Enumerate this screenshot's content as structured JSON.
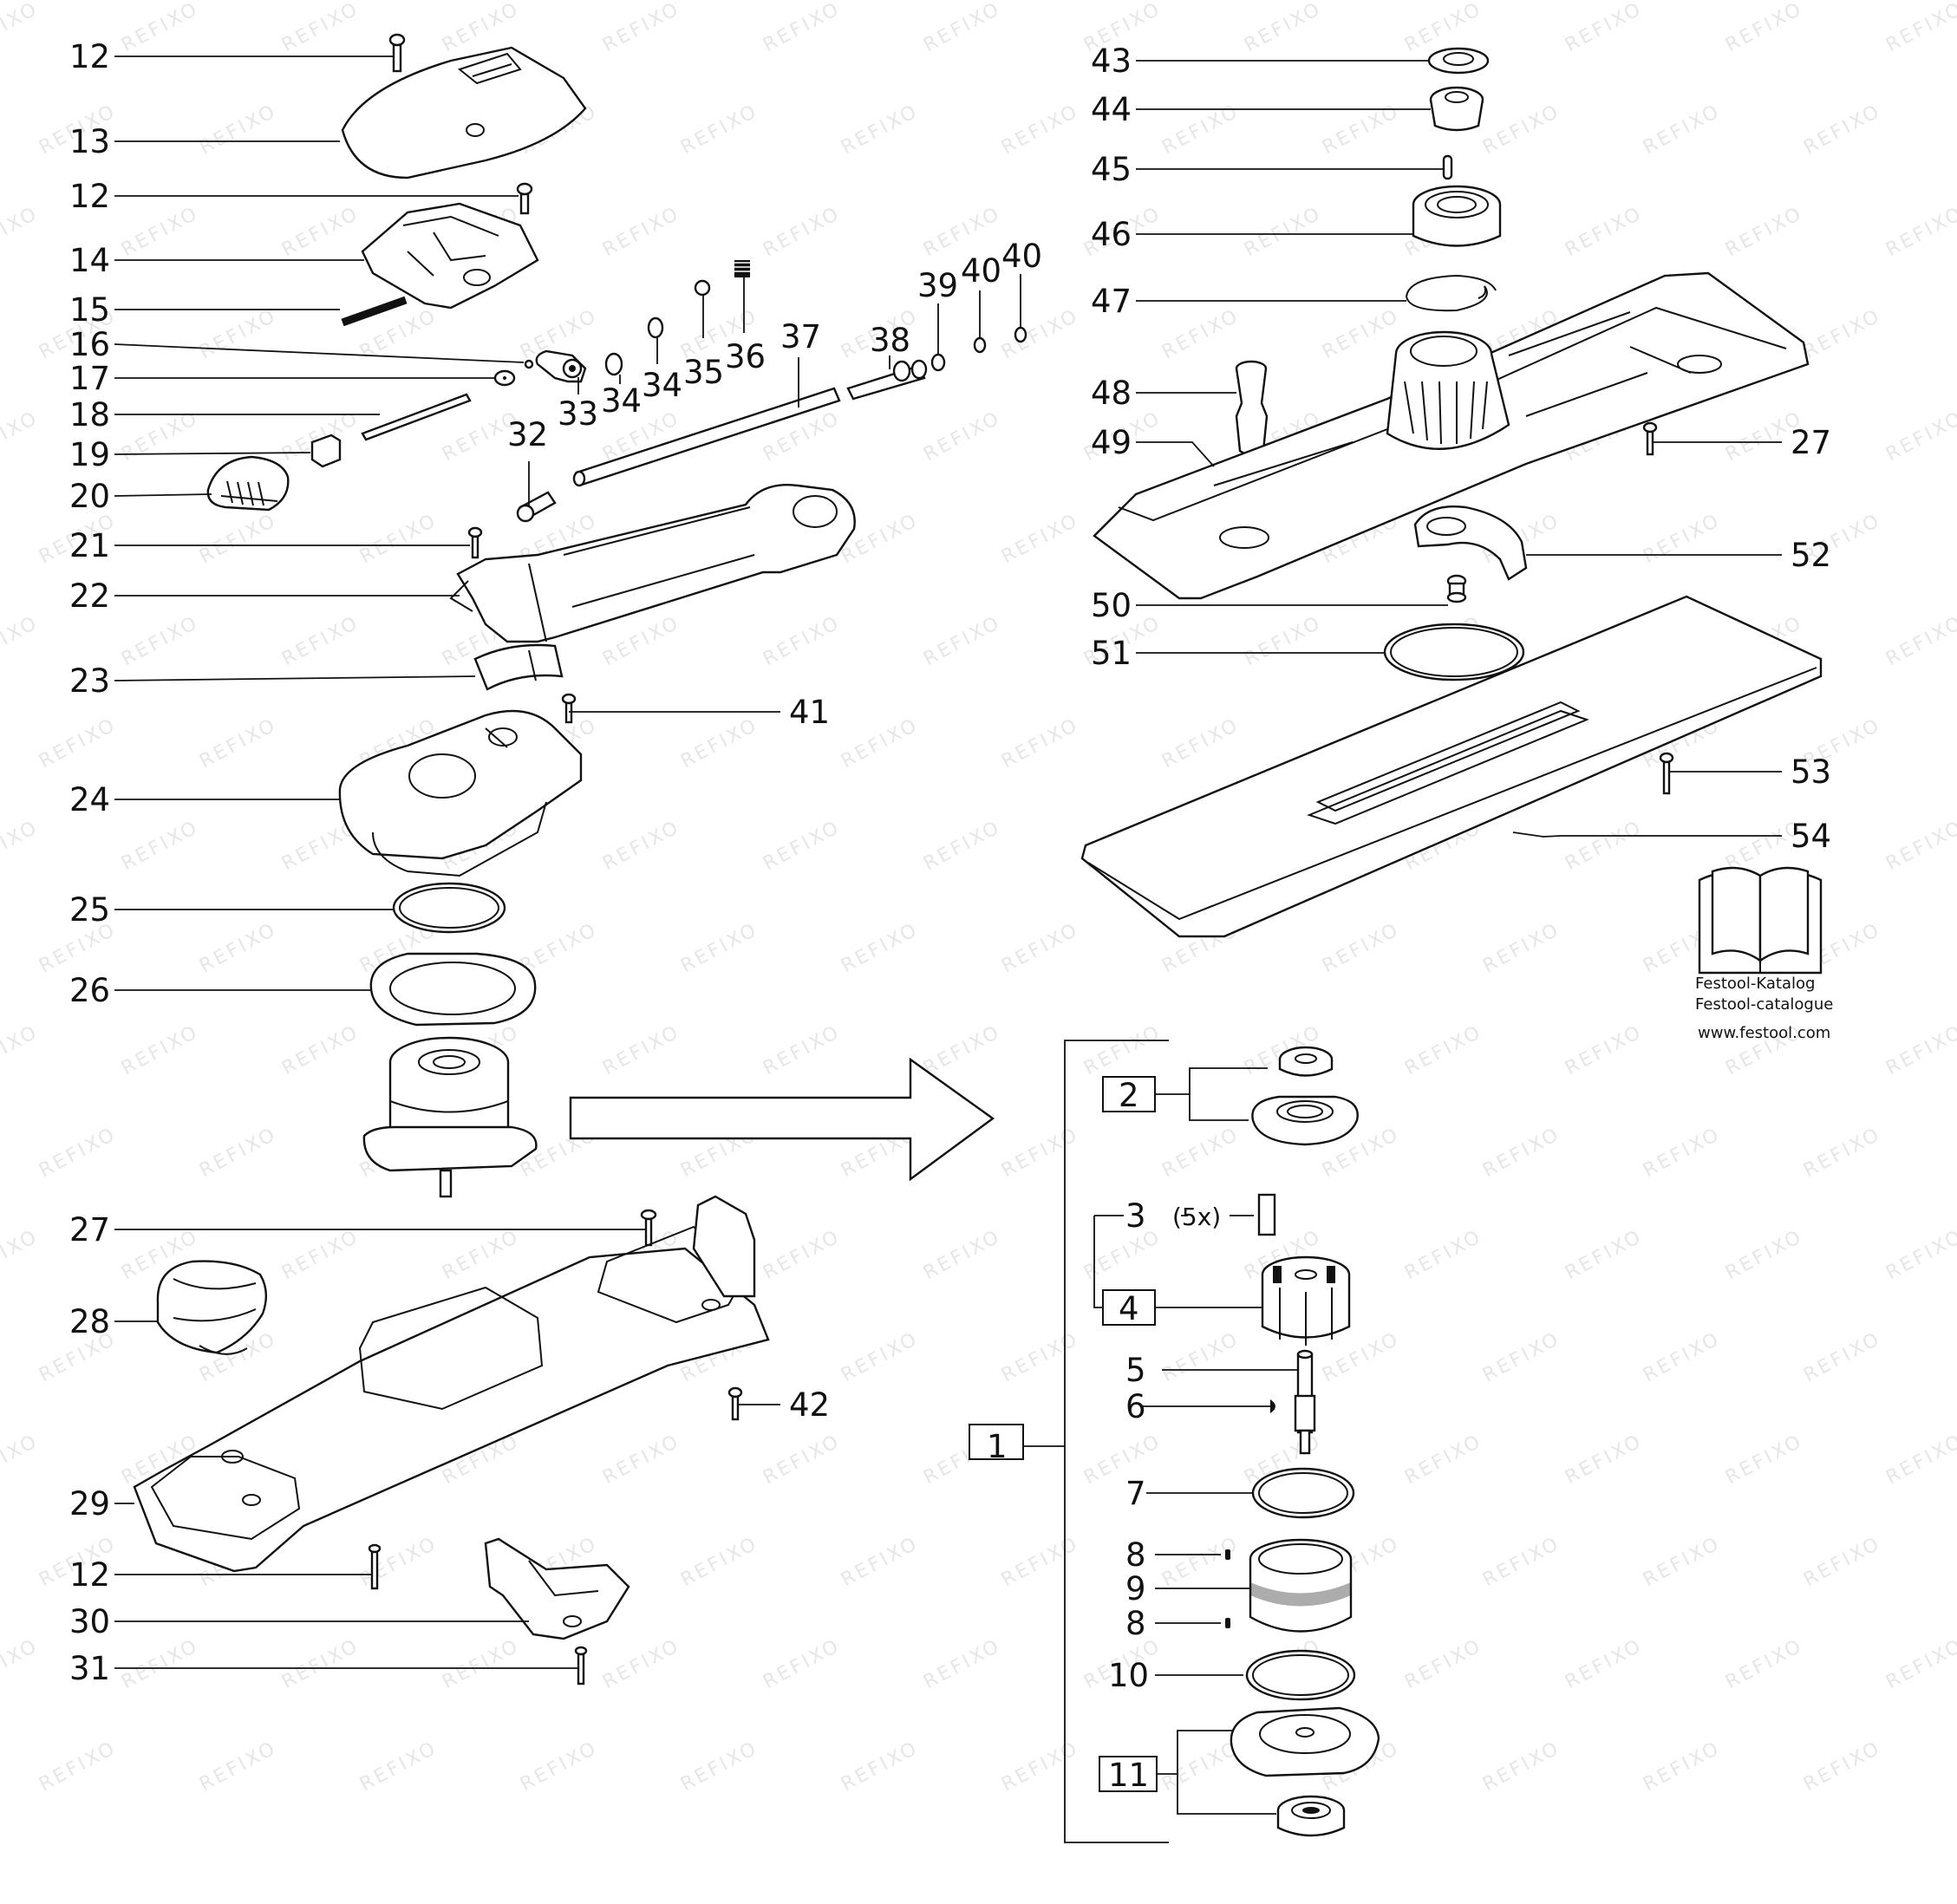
{
  "watermark": "REFIXO",
  "catalog": {
    "line1": "Festool-Katalog",
    "line2": "Festool-catalogue",
    "line3": "www.festool.com",
    "icon": "book-icon"
  },
  "left_labels": [
    {
      "id": "12a",
      "text": "12"
    },
    {
      "id": "13",
      "text": "13"
    },
    {
      "id": "12b",
      "text": "12"
    },
    {
      "id": "14",
      "text": "14"
    },
    {
      "id": "15",
      "text": "15"
    },
    {
      "id": "16",
      "text": "16"
    },
    {
      "id": "17",
      "text": "17"
    },
    {
      "id": "18",
      "text": "18"
    },
    {
      "id": "19",
      "text": "19"
    },
    {
      "id": "20",
      "text": "20"
    },
    {
      "id": "21",
      "text": "21"
    },
    {
      "id": "22",
      "text": "22"
    },
    {
      "id": "23",
      "text": "23"
    },
    {
      "id": "24",
      "text": "24"
    },
    {
      "id": "25",
      "text": "25"
    },
    {
      "id": "26",
      "text": "26"
    },
    {
      "id": "27a",
      "text": "27"
    },
    {
      "id": "28",
      "text": "28"
    },
    {
      "id": "29",
      "text": "29"
    },
    {
      "id": "12c",
      "text": "12"
    },
    {
      "id": "30",
      "text": "30"
    },
    {
      "id": "31",
      "text": "31"
    }
  ],
  "mid_labels": [
    {
      "id": "32",
      "text": "32"
    },
    {
      "id": "33",
      "text": "33"
    },
    {
      "id": "34a",
      "text": "34"
    },
    {
      "id": "34b",
      "text": "34"
    },
    {
      "id": "35",
      "text": "35"
    },
    {
      "id": "36",
      "text": "36"
    },
    {
      "id": "37",
      "text": "37"
    },
    {
      "id": "38",
      "text": "38"
    },
    {
      "id": "39",
      "text": "39"
    },
    {
      "id": "40a",
      "text": "40"
    },
    {
      "id": "40b",
      "text": "40"
    },
    {
      "id": "41",
      "text": "41"
    },
    {
      "id": "42",
      "text": "42"
    }
  ],
  "right_labels": [
    {
      "id": "43",
      "text": "43"
    },
    {
      "id": "44",
      "text": "44"
    },
    {
      "id": "45",
      "text": "45"
    },
    {
      "id": "46",
      "text": "46"
    },
    {
      "id": "47",
      "text": "47"
    },
    {
      "id": "48",
      "text": "48"
    },
    {
      "id": "49",
      "text": "49"
    },
    {
      "id": "27b",
      "text": "27"
    },
    {
      "id": "52",
      "text": "52"
    },
    {
      "id": "50",
      "text": "50"
    },
    {
      "id": "51",
      "text": "51"
    },
    {
      "id": "53",
      "text": "53"
    },
    {
      "id": "54",
      "text": "54"
    }
  ],
  "kit_labels": [
    {
      "id": "k1",
      "text": "1"
    },
    {
      "id": "k2",
      "text": "2"
    },
    {
      "id": "k3",
      "text": "3"
    },
    {
      "id": "k3q",
      "text": "(5x)"
    },
    {
      "id": "k4",
      "text": "4"
    },
    {
      "id": "k5",
      "text": "5"
    },
    {
      "id": "k6",
      "text": "6"
    },
    {
      "id": "k7",
      "text": "7"
    },
    {
      "id": "k8a",
      "text": "8"
    },
    {
      "id": "k9",
      "text": "9"
    },
    {
      "id": "k8b",
      "text": "8"
    },
    {
      "id": "k10",
      "text": "10"
    },
    {
      "id": "k11",
      "text": "11"
    }
  ]
}
